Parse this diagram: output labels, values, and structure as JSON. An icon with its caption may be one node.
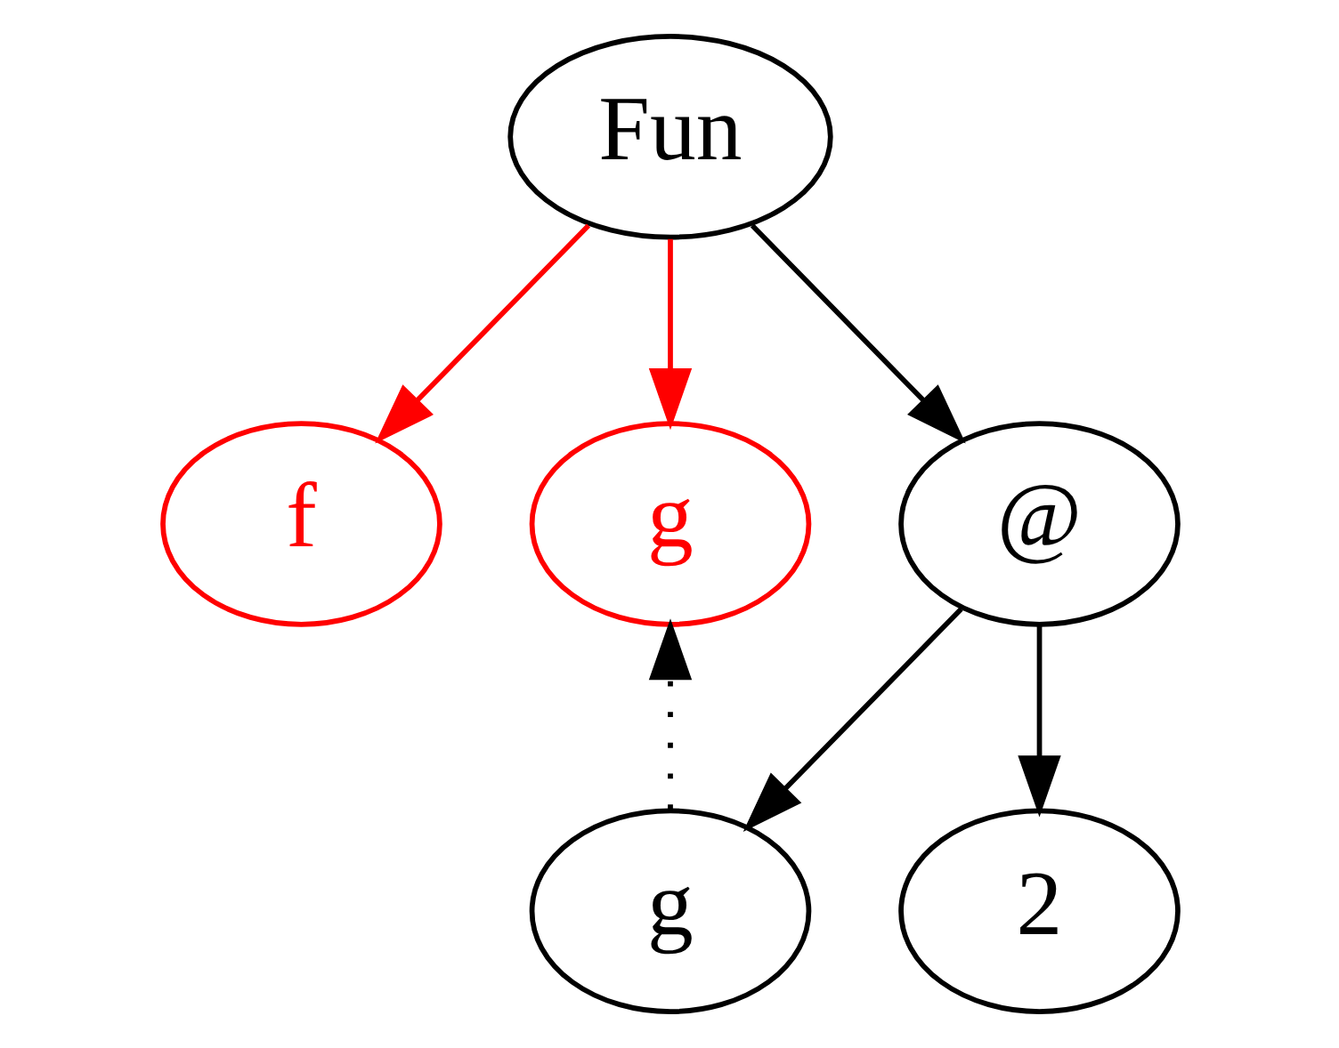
{
  "diagram": {
    "nodes": [
      {
        "text": [
          "Fun"
        ]
      },
      {
        "text": [
          "f"
        ]
      },
      {
        "text": [
          "g"
        ]
      },
      {
        "text": [
          "@"
        ]
      },
      {
        "text": [
          "g"
        ]
      },
      {
        "text": [
          "2"
        ]
      }
    ],
    "edges": [
      {
        "from": 0,
        "to": 1,
        "arrow": "to",
        "color": "#ff0000"
      },
      {
        "from": 0,
        "to": 2,
        "arrow": "to",
        "color": "#ff0000"
      },
      {
        "from": 0,
        "to": 3,
        "arrow": "to"
      },
      {
        "from": 3,
        "to": 4,
        "arrow": "to"
      },
      {
        "from": 3,
        "to": 5,
        "arrow": "to"
      },
      {
        "from": 4,
        "to": 2,
        "arrow": "to",
        "style": "dashed"
      }
    ]
  }
}
